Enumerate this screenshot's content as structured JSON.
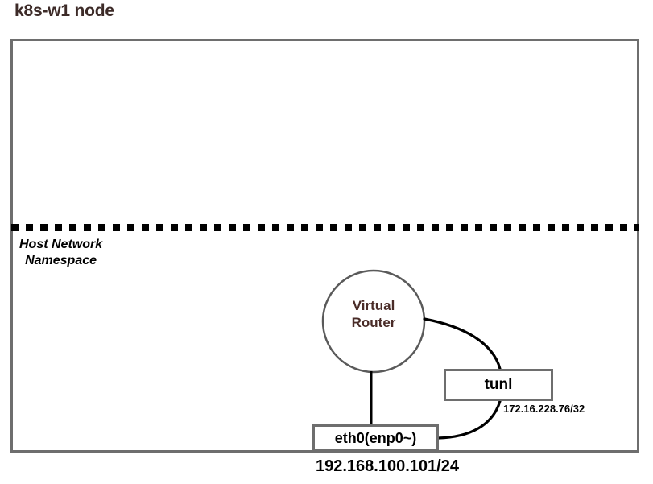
{
  "diagram": {
    "title": "k8s-w1 node",
    "namespace_label": {
      "line1": "Host Network",
      "line2": "Namespace"
    },
    "router": {
      "line1": "Virtual",
      "line2": "Router"
    },
    "interfaces": [
      {
        "id": "tunl",
        "label": "tunl",
        "address": "172.16.228.76/32"
      },
      {
        "id": "eth0",
        "label": "eth0(enp0~)",
        "address": "192.168.100.101/24"
      }
    ],
    "colors": {
      "title_text": "#3d2b28",
      "router_text": "#4a2c28",
      "box_border": "#6e6e6e",
      "edge_line": "#000000",
      "divider": "#000000",
      "background": "#ffffff"
    }
  }
}
